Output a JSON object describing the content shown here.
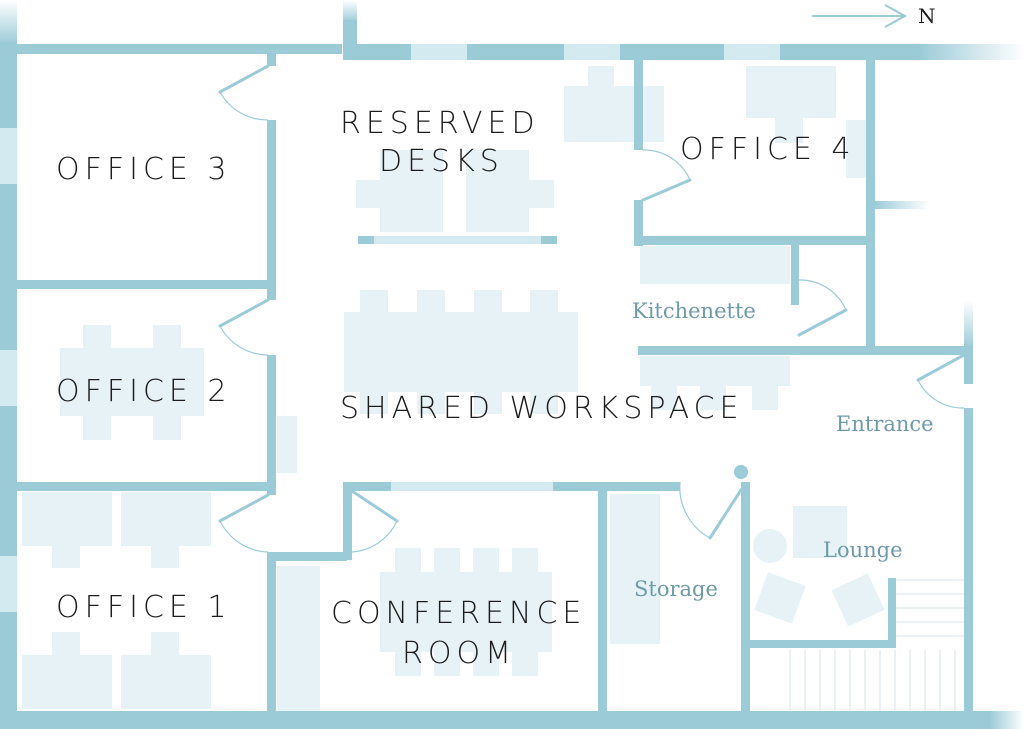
{
  "compass": {
    "label": "N"
  },
  "rooms": {
    "office_3": "OFFICE 3",
    "office_2": "OFFICE 2",
    "office_1": "OFFICE 1",
    "office_4": "OFFICE 4",
    "reserved_desks_line1": "RESERVED",
    "reserved_desks_line2": "DESKS",
    "shared_workspace": "SHARED WORKSPACE",
    "conference_line1": "CONFERENCE",
    "conference_line2": "ROOM",
    "kitchenette": "Kitchenette",
    "entrance": "Entrance",
    "lounge": "Lounge",
    "storage": "Storage"
  },
  "colors": {
    "wall": "#9ccbd8",
    "glass": "#d4eaf1",
    "furniture": "#e7f2f6",
    "room_label": "#1d1d1d",
    "area_label": "#6e9aa8"
  }
}
